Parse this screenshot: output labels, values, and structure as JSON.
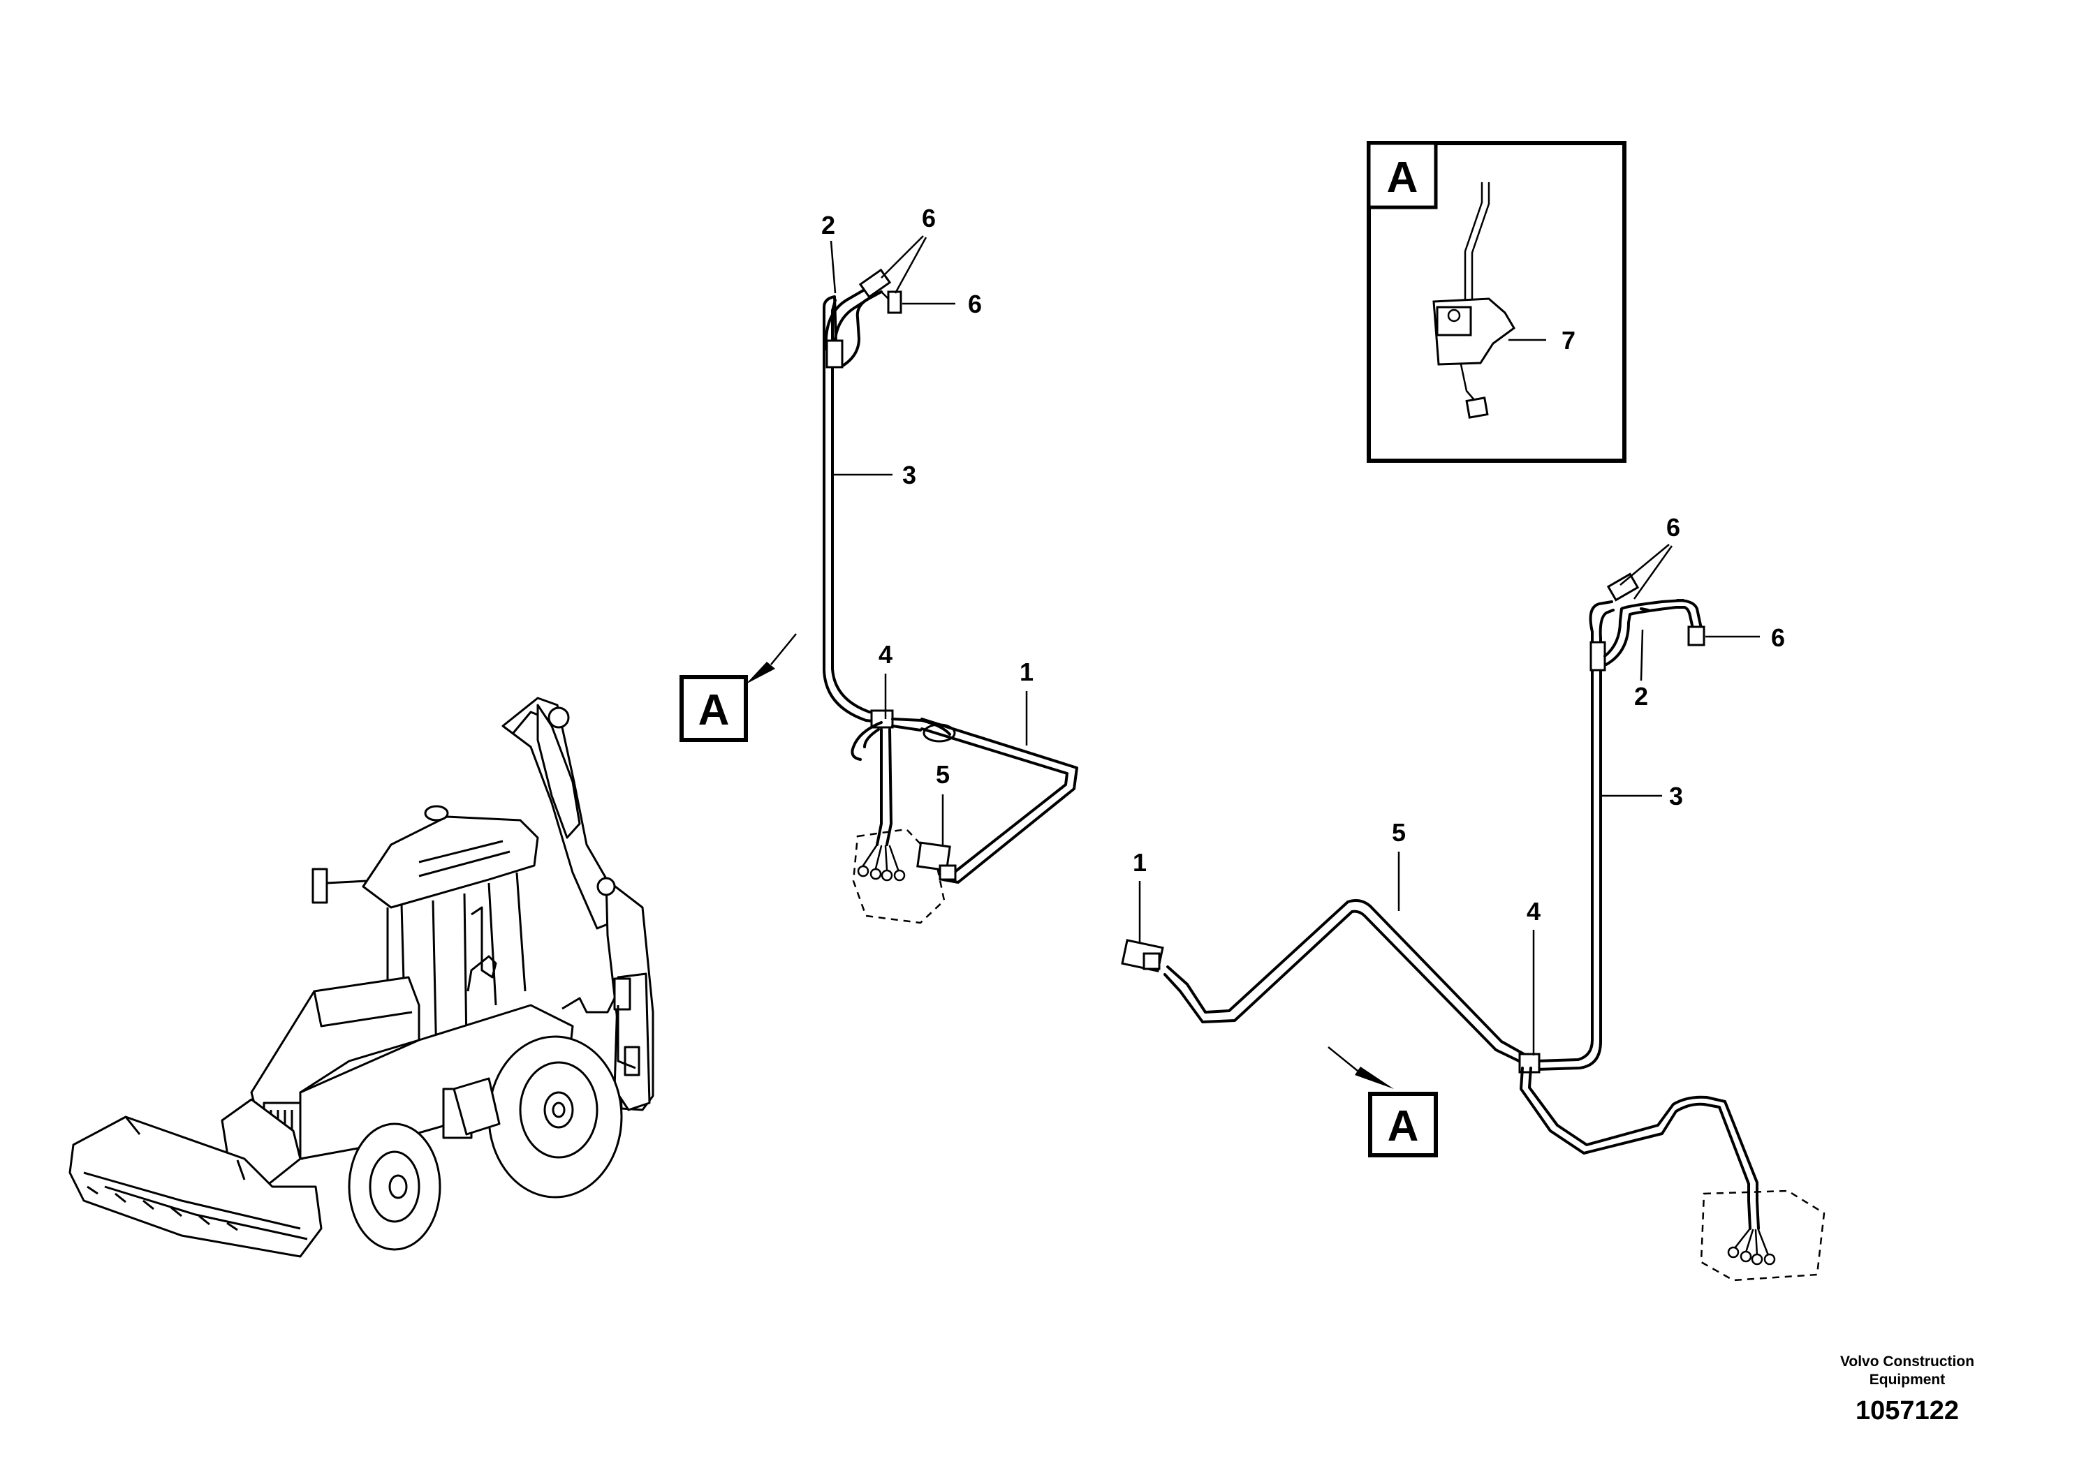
{
  "detail_view": {
    "letter": "A"
  },
  "view_markers": [
    "A",
    "A",
    "A"
  ],
  "callouts": {
    "left_assembly": [
      "2",
      "6",
      "6",
      "3",
      "4",
      "1",
      "5"
    ],
    "right_assembly": [
      "6",
      "6",
      "2",
      "3",
      "1",
      "5",
      "4"
    ],
    "detail": [
      "7"
    ]
  },
  "footer": {
    "brand_line1": "Volvo Construction",
    "brand_line2": "Equipment",
    "doc_number": "1057122"
  }
}
